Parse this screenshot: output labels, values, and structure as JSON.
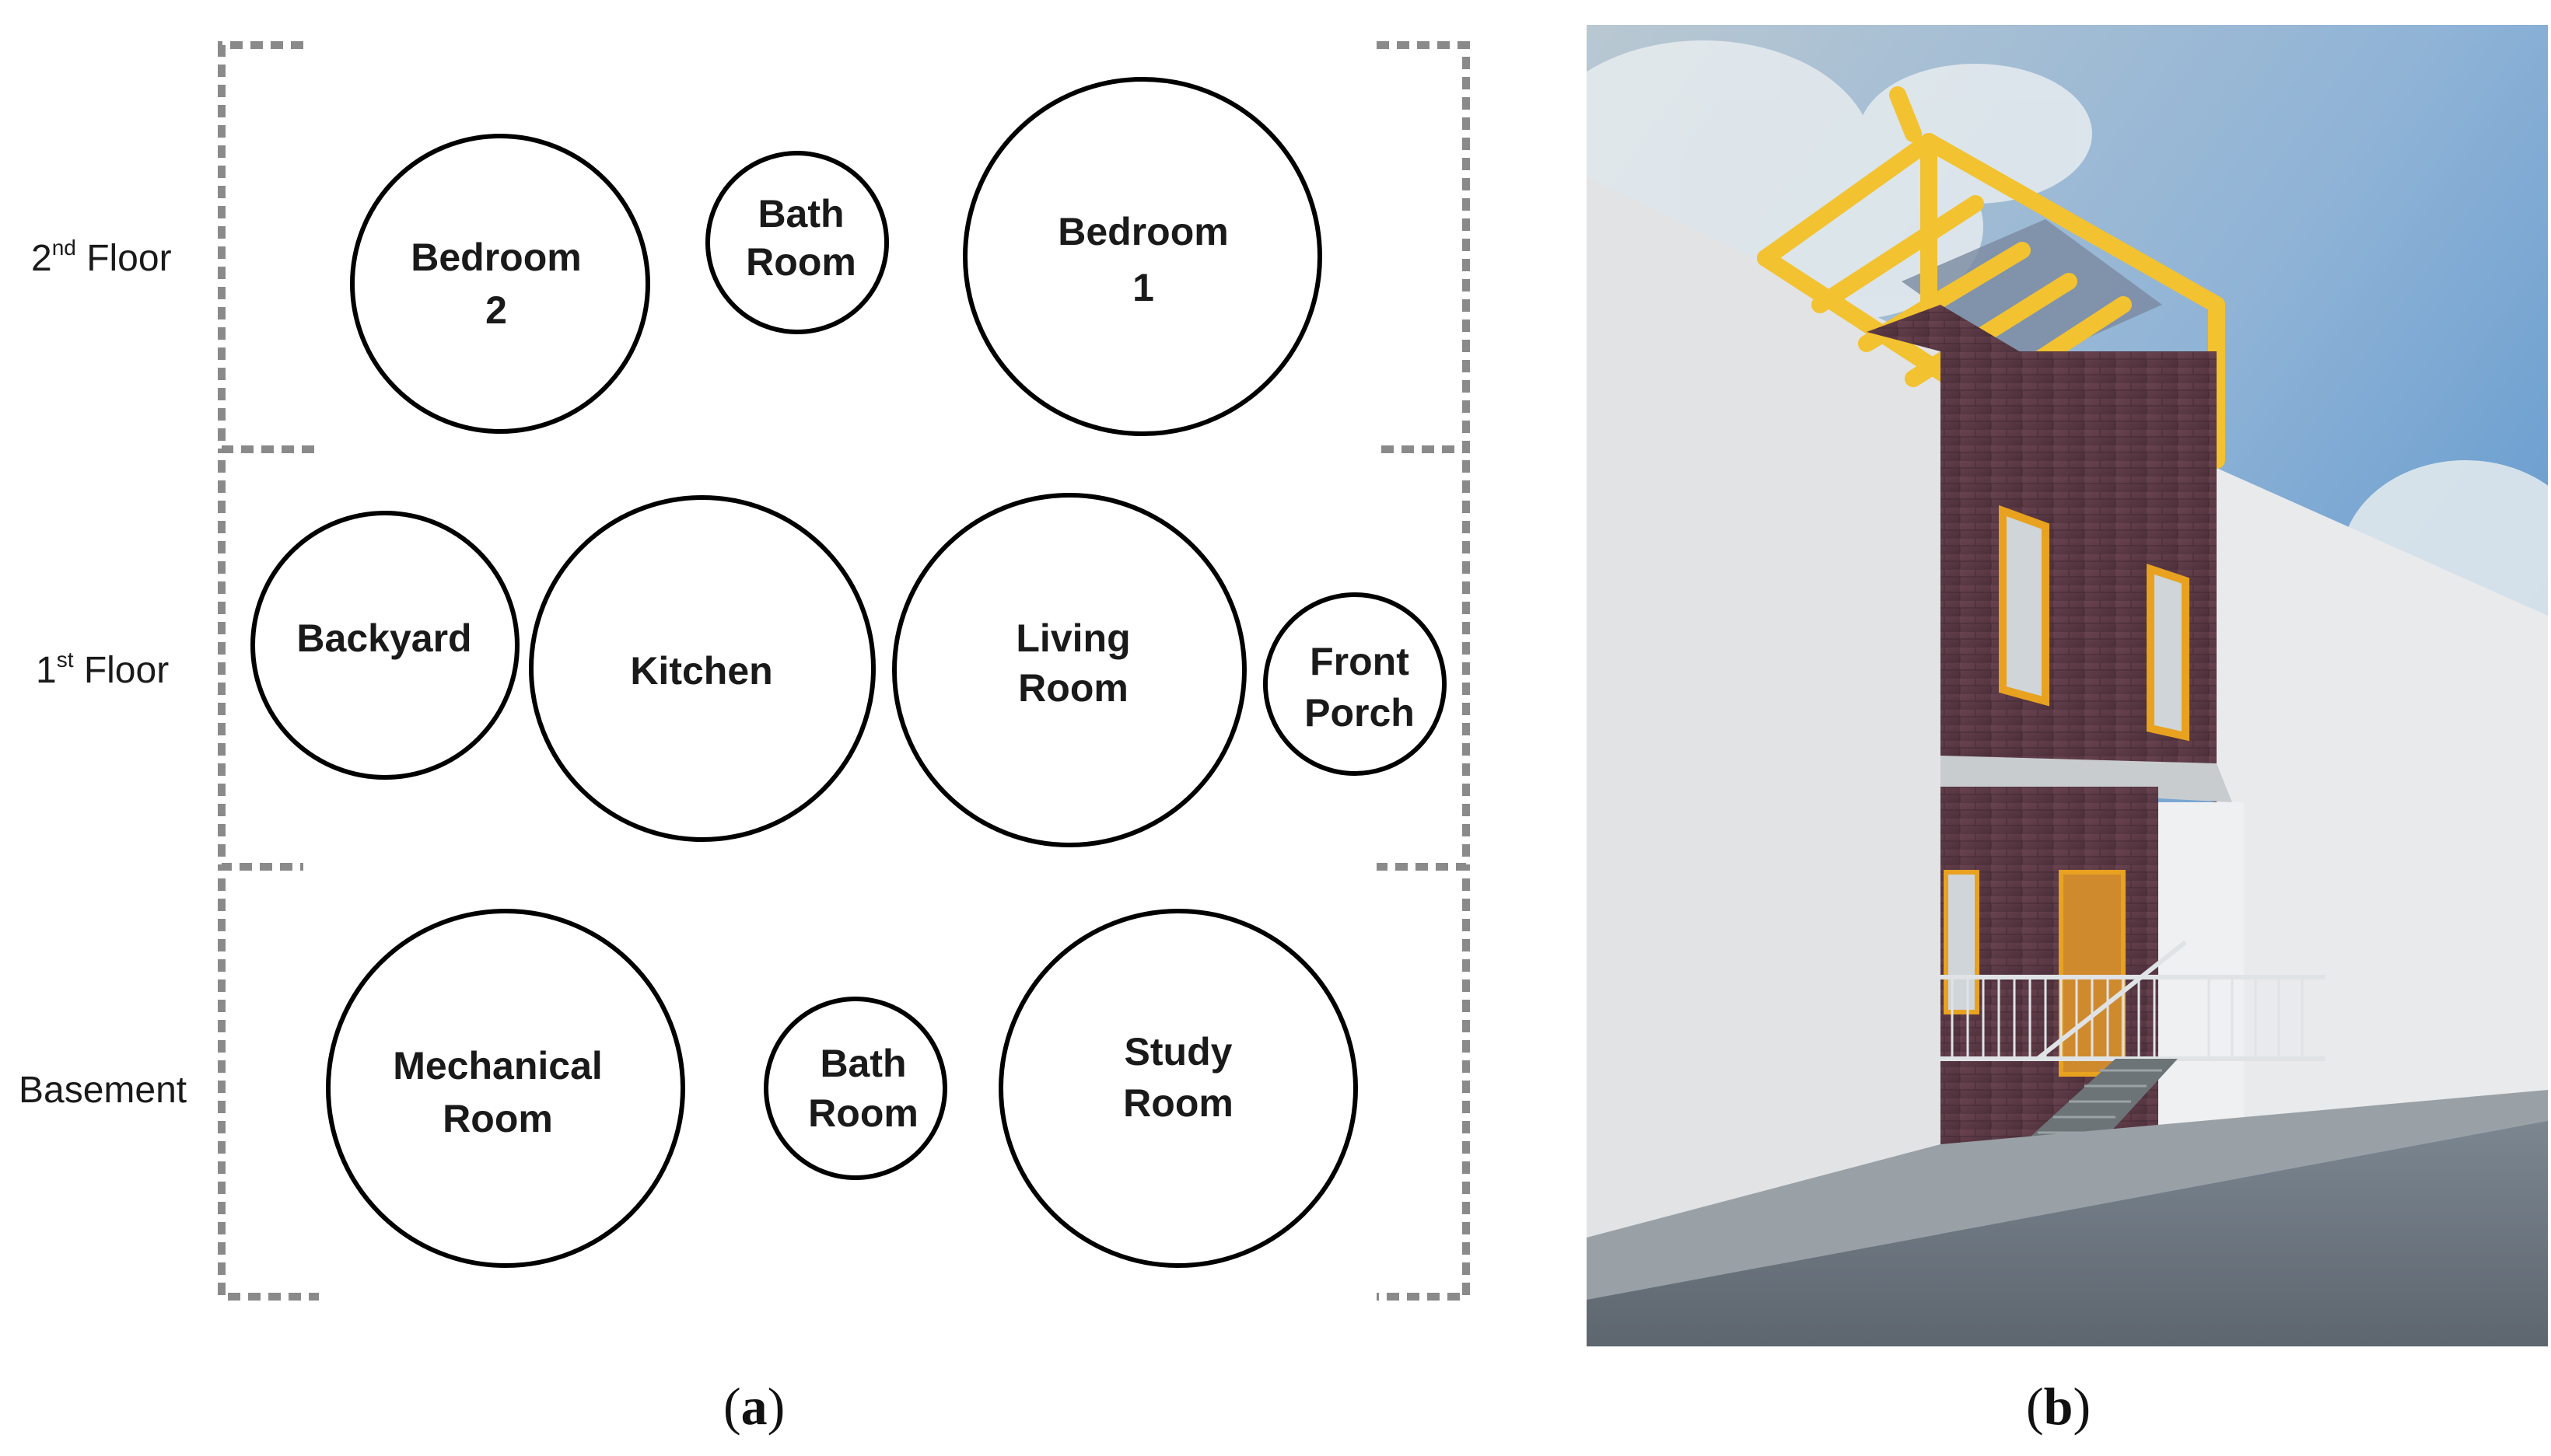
{
  "floors": [
    {
      "label_main": "2",
      "label_sup": "nd",
      "label_rest": " Floor"
    },
    {
      "label_main": "1",
      "label_sup": "st",
      "label_rest": " Floor"
    },
    {
      "label_main": "Basement",
      "label_sup": "",
      "label_rest": ""
    }
  ],
  "rooms": {
    "bedroom2": [
      "Bedroom",
      "2"
    ],
    "bath2": [
      "Bath",
      "Room"
    ],
    "bedroom1": [
      "Bedroom",
      "1"
    ],
    "backyard": [
      "Backyard"
    ],
    "kitchen": [
      "Kitchen"
    ],
    "living": [
      "Living",
      "Room"
    ],
    "porch": [
      "Front",
      "Porch"
    ],
    "mechanical": [
      "Mechanical",
      "Room"
    ],
    "bathB": [
      "Bath",
      "Room"
    ],
    "study": [
      "Study",
      "Room"
    ]
  },
  "captions": {
    "a": {
      "open": "(",
      "letter": "a",
      "close": ")"
    },
    "b": {
      "open": "(",
      "letter": "b",
      "close": ")"
    }
  },
  "colors": {
    "frame_dash": "#8a8a8a",
    "pergola": "#f2c230",
    "brick": "#5a3a44",
    "window_frame": "#e8a21f",
    "sky": "#6a9ed0",
    "wall": "#e4e6e8"
  }
}
